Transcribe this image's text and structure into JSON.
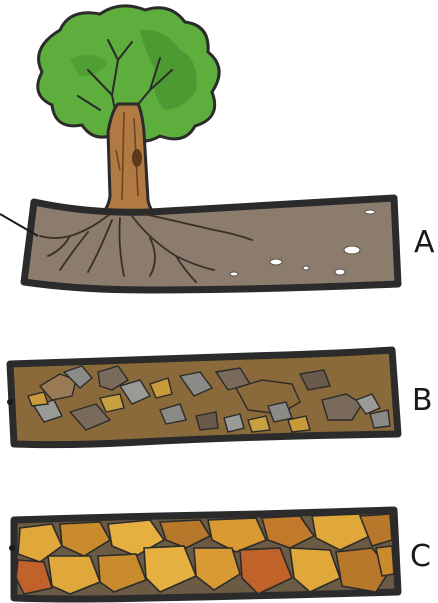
{
  "diagram": {
    "layers": [
      {
        "id": "a",
        "label": "A",
        "description_color": "#8c7c6e"
      },
      {
        "id": "b",
        "label": "B",
        "description_color": "#8a6a3a"
      },
      {
        "id": "c",
        "label": "C",
        "description_color": "#c98b2c"
      }
    ]
  },
  "colors": {
    "outline": "#2b2b2b",
    "foliage": "#5dae3c",
    "foliage_dark": "#3f8a2a",
    "trunk": "#b07a42",
    "topsoil": "#8c7c6e",
    "subsoil": "#8a6a3a",
    "bedrock": "#6b5a44"
  },
  "icons": {
    "tree": "tree-icon"
  }
}
